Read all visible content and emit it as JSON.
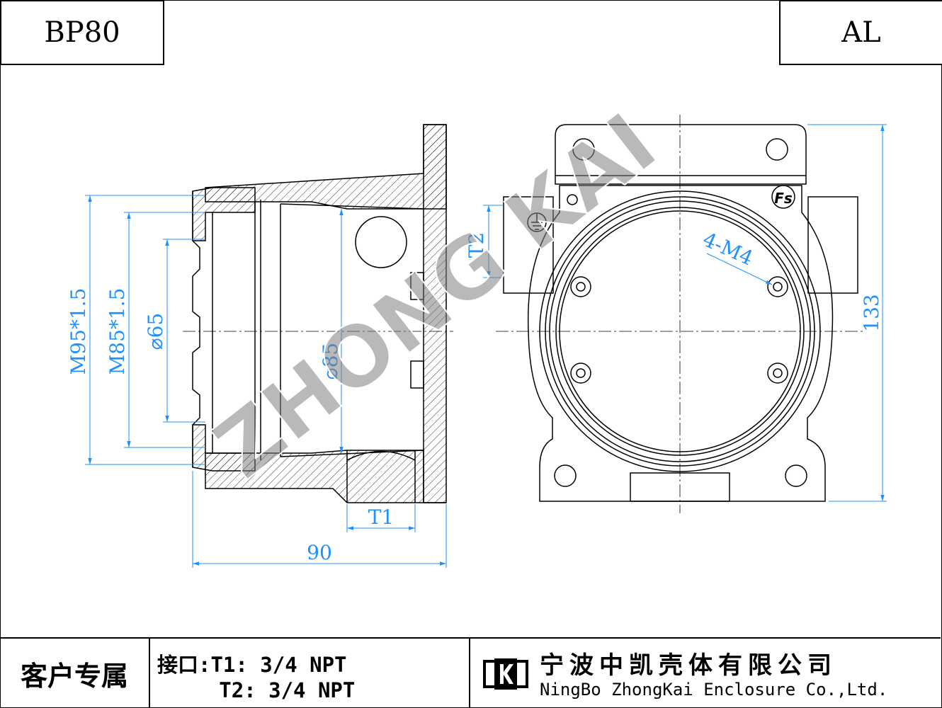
{
  "header": {
    "model": "BP80",
    "material": "AL"
  },
  "watermark": "ZHONG KAI",
  "dimensions": {
    "m95": "M95*1.5",
    "m85": "M85*1.5",
    "d65": "⌀65",
    "d85": "⌀85",
    "t1": "T1",
    "len90": "90",
    "t2": "T2",
    "h133": "133",
    "holes": "4-M4"
  },
  "symbols": {
    "ground": "ground-symbol",
    "fs": "Fs"
  },
  "footer": {
    "customer": "客户专属",
    "port_line1": "接口:T1: 3/4 NPT",
    "port_line2": "     T2: 3/4 NPT",
    "company_cn": "宁波中凯壳体有限公司",
    "company_en": "NingBo ZhongKai Enclosure Co.,Ltd."
  },
  "colors": {
    "dimension": "#1e90ff",
    "watermark": "#808080",
    "line": "#000000"
  }
}
